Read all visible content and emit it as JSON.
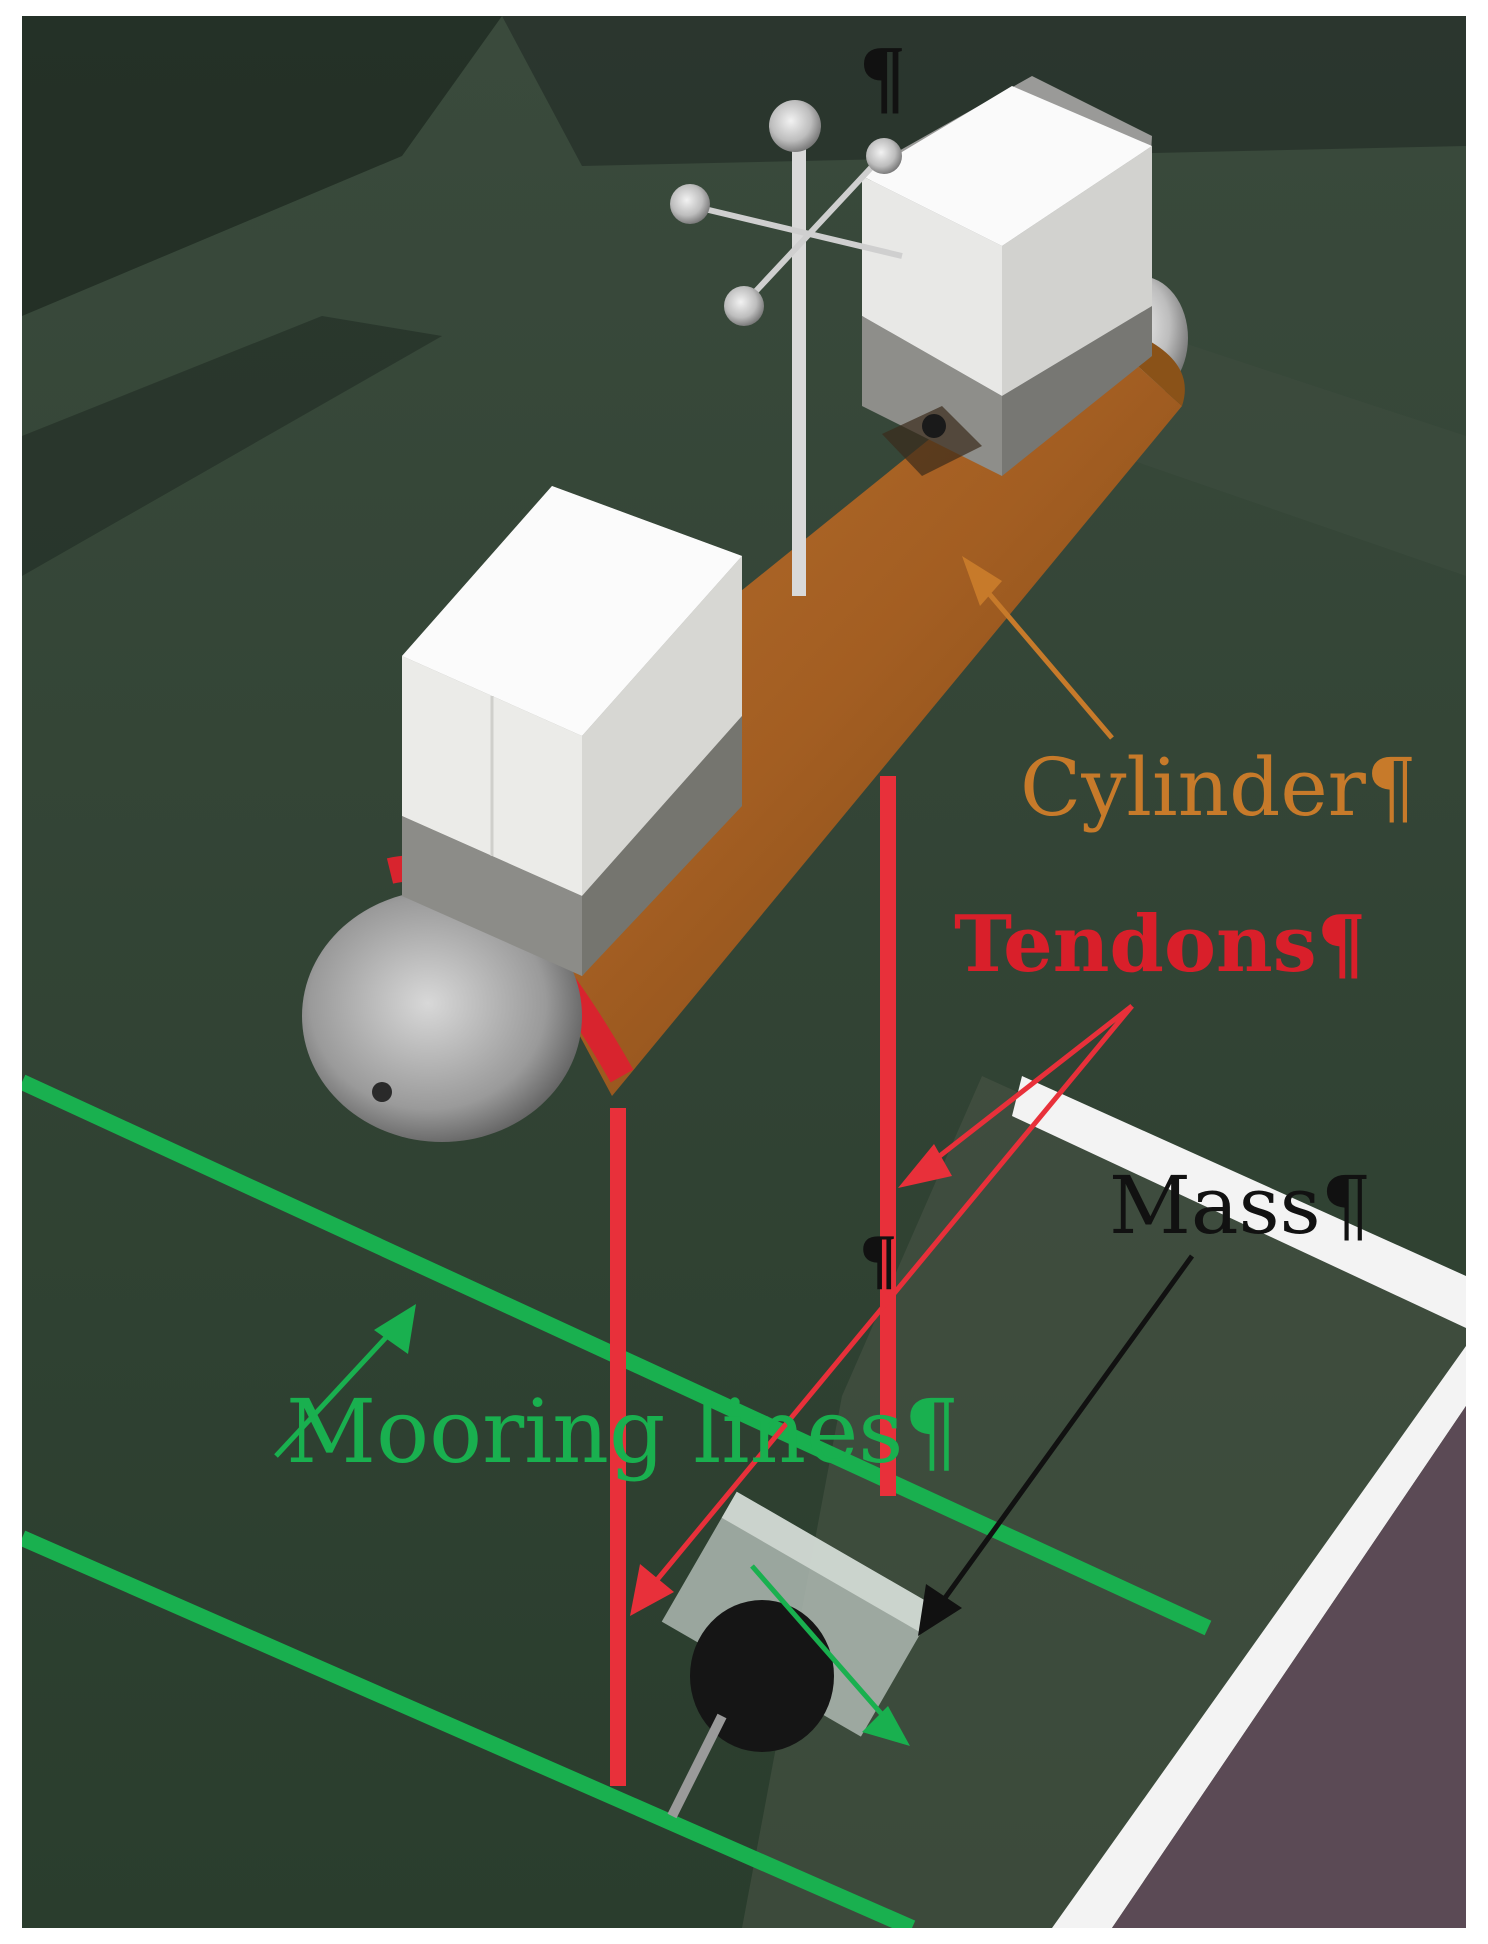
{
  "figure": {
    "labels": {
      "cylinder": "Cylinder¶",
      "tendons": "Tendons¶",
      "mass": "Mass¶",
      "mooring_lines": "Mooring lines¶",
      "pilcrow_top": "¶",
      "pilcrow_mid": "¶"
    },
    "colors": {
      "cylinder": "#c77a2a",
      "tendons": "#e8303a",
      "mass": "#111111",
      "mooring_lines": "#19b04f",
      "floor": "#2f4332"
    }
  }
}
